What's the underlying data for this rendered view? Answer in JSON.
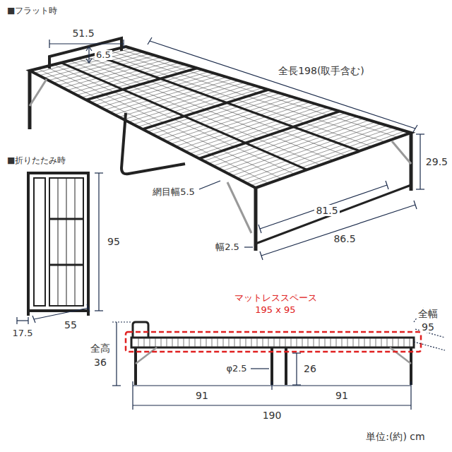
{
  "diagram": {
    "labels": [
      "■フラット時",
      "51.5",
      "6.5",
      "全長198(取手含む)",
      "29.5",
      "網目幅5.5",
      "81.5",
      "86.5",
      "幅2.5",
      "■折りたたみ時",
      "95",
      "17.5",
      "55",
      "マットレススペース",
      "195 x 95",
      "全幅",
      "95",
      "全高",
      "36",
      "φ2.5",
      "26",
      "91",
      "91",
      "190",
      "単位:(約) cm"
    ]
  }
}
